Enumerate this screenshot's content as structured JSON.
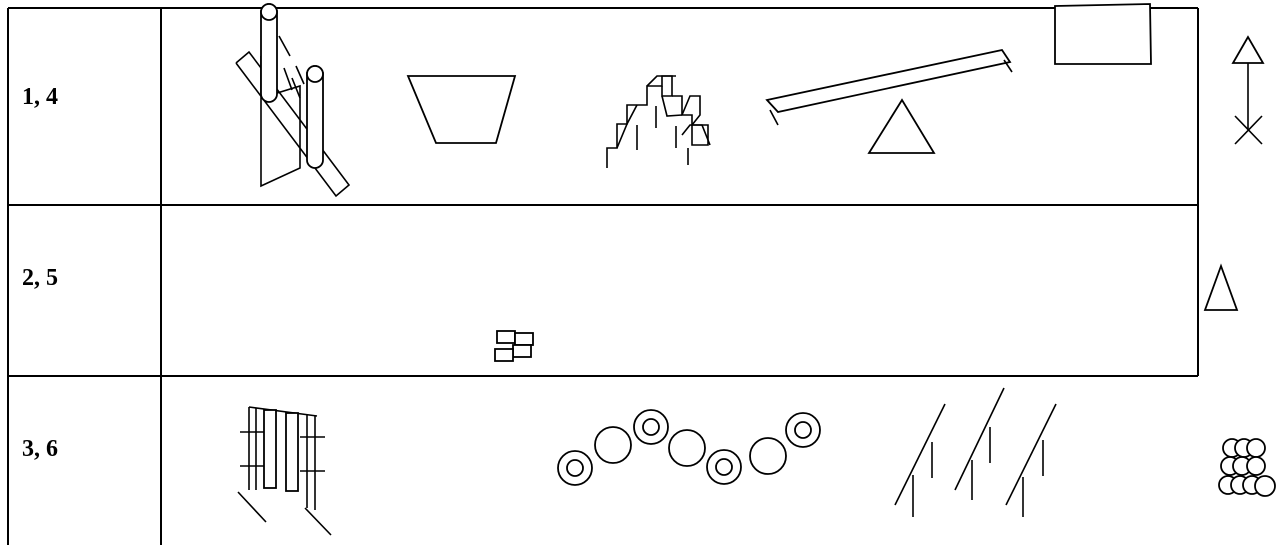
{
  "rows": [
    {
      "label": "1, 4"
    },
    {
      "label": "2, 5"
    },
    {
      "label": "3, 6"
    }
  ]
}
